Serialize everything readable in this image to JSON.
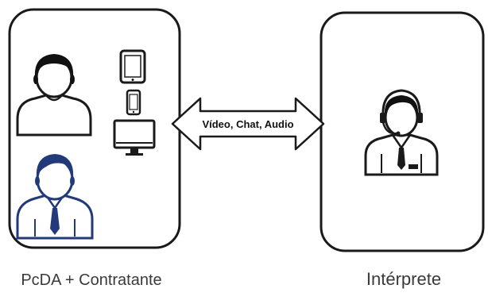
{
  "left_panel": {
    "caption": "PcDA + Contratante"
  },
  "right_panel": {
    "caption": "Intérprete"
  },
  "connector": {
    "label": "Vídeo, Chat, Audio"
  },
  "icons": {
    "person_top": "person-icon",
    "person_bottom": "person-with-tie-icon",
    "tablet": "tablet-icon",
    "phone": "phone-icon",
    "monitor": "monitor-icon",
    "interpreter": "interpreter-headset-icon"
  },
  "colors": {
    "outline": "#1a1a1a",
    "blue_figure": "#233a7a",
    "text": "#3a3a3a",
    "background": "#ffffff"
  }
}
